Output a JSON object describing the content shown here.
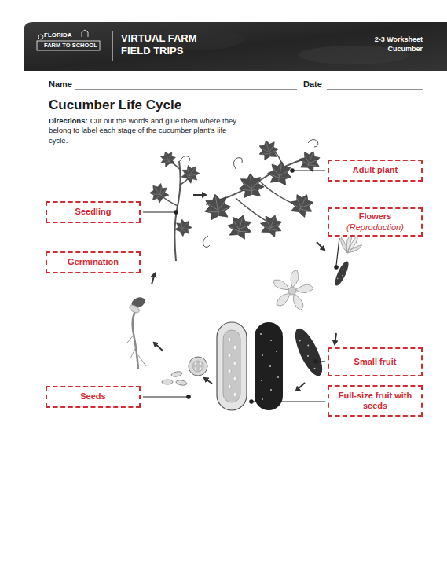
{
  "diagram": {
    "title": "Cucumber Life Cycle",
    "nodes": [
      {
        "text": [
          "Adult plant"
        ]
      },
      {
        "text": [
          "Flowers",
          "(Reproduction)"
        ]
      },
      {
        "text": [
          "Seedling"
        ]
      },
      {
        "text": [
          "Germination"
        ]
      },
      {
        "text": [
          "Small fruit"
        ]
      },
      {
        "text": [
          "Full-size fruit with seeds"
        ]
      },
      {
        "text": [
          "Seeds"
        ]
      }
    ],
    "labels": [
      "FLORIDA",
      "FARM TO SCHOOL",
      "VIRTUAL FARM",
      "FIELD TRIPS",
      "2-3 Worksheet",
      "Cucumber",
      "Name",
      "Date",
      "Directions:",
      "Cut out the words and glue them where they belong to label each stage of the cucumber plant’s life cycle."
    ]
  }
}
